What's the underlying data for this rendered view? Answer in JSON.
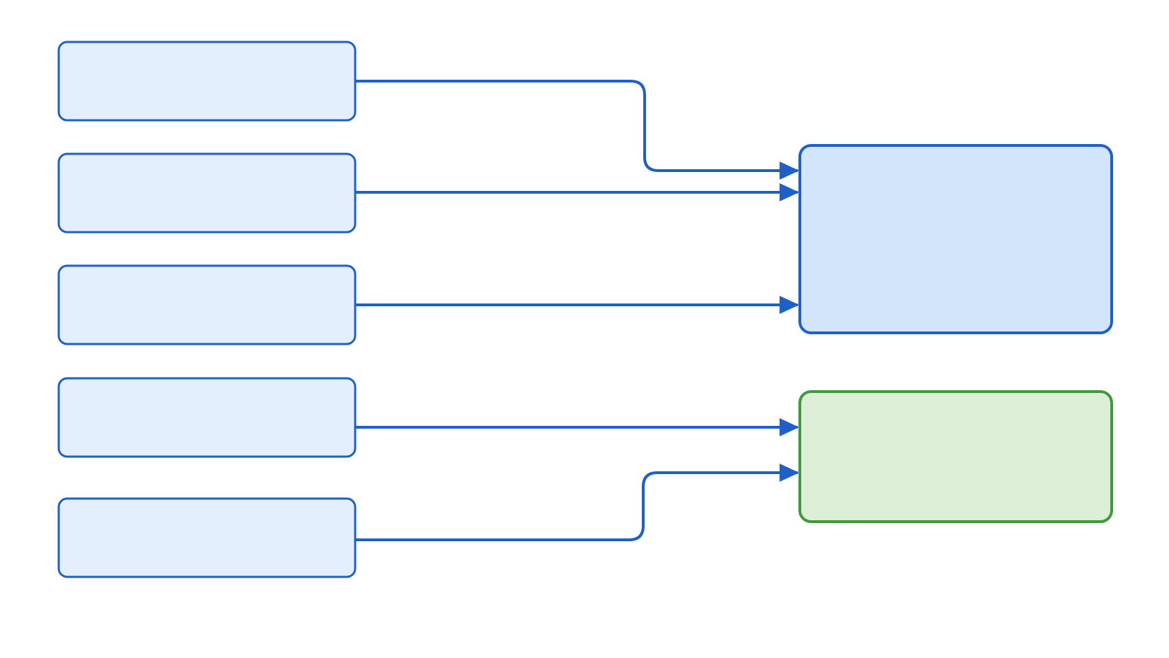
{
  "colors": {
    "background": "#ffffff",
    "source_fill": "#e3effd",
    "source_stroke": "#1f5fc9",
    "target_blue_fill": "#d3e5fb",
    "target_blue_stroke": "#1f5fc9",
    "target_green_fill": "#ddeed6",
    "target_green_stroke": "#3f9a3c",
    "connector": "#1f5fc9"
  },
  "nodes": [
    {
      "id": "source-1",
      "label": "",
      "kind": "source"
    },
    {
      "id": "source-2",
      "label": "",
      "kind": "source"
    },
    {
      "id": "source-3",
      "label": "",
      "kind": "source"
    },
    {
      "id": "source-4",
      "label": "",
      "kind": "source"
    },
    {
      "id": "source-5",
      "label": "",
      "kind": "source"
    },
    {
      "id": "target-blue",
      "label": "",
      "kind": "target"
    },
    {
      "id": "target-green",
      "label": "",
      "kind": "target"
    }
  ],
  "edges": [
    {
      "from": "source-1",
      "to": "target-blue",
      "label": ""
    },
    {
      "from": "source-2",
      "to": "target-blue",
      "label": ""
    },
    {
      "from": "source-3",
      "to": "target-blue",
      "label": ""
    },
    {
      "from": "source-4",
      "to": "target-green",
      "label": ""
    },
    {
      "from": "source-5",
      "to": "target-green",
      "label": ""
    }
  ]
}
